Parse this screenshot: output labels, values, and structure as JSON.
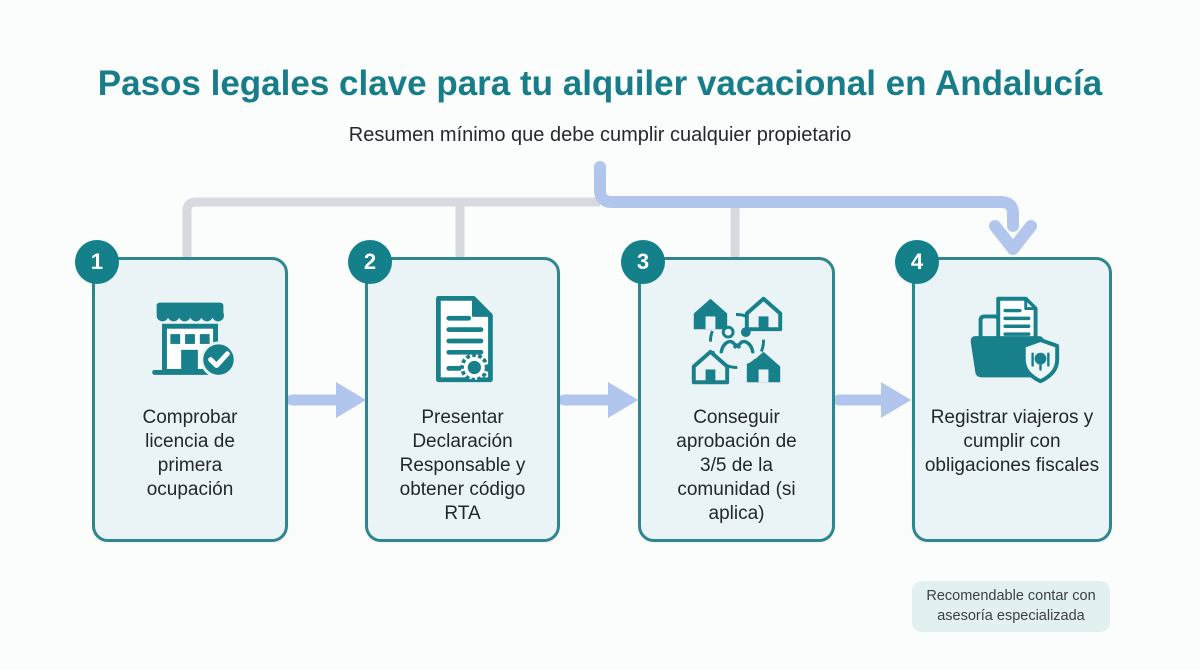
{
  "page": {
    "title": "Pasos legales clave para tu alquiler vacacional en Andalucía",
    "subtitle": "Resumen mínimo que debe cumplir cualquier propietario"
  },
  "steps": [
    {
      "number": "1",
      "label": "Comprobar licencia de primera ocupación",
      "icon": "storefront-check-icon"
    },
    {
      "number": "2",
      "label": "Presentar Declaración Responsable y obtener código RTA",
      "icon": "document-seal-icon"
    },
    {
      "number": "3",
      "label": "Conseguir aprobación de 3/5 de la comunidad (si aplica)",
      "icon": "community-agreement-icon"
    },
    {
      "number": "4",
      "label": "Registrar viajeros y cumplir con obligaciones fiscales",
      "icon": "folder-shield-icon"
    }
  ],
  "note": {
    "text": "Recomendable contar con asesoría especializada"
  },
  "colors": {
    "teal": "#17808a",
    "card_border": "#2e868e",
    "card_bg": "#eaf4f6",
    "arrow_blue": "#b2c6ed",
    "connector_gray": "#d6d9dd",
    "note_bg": "#e2f0f2",
    "title_teal": "#177d89"
  }
}
